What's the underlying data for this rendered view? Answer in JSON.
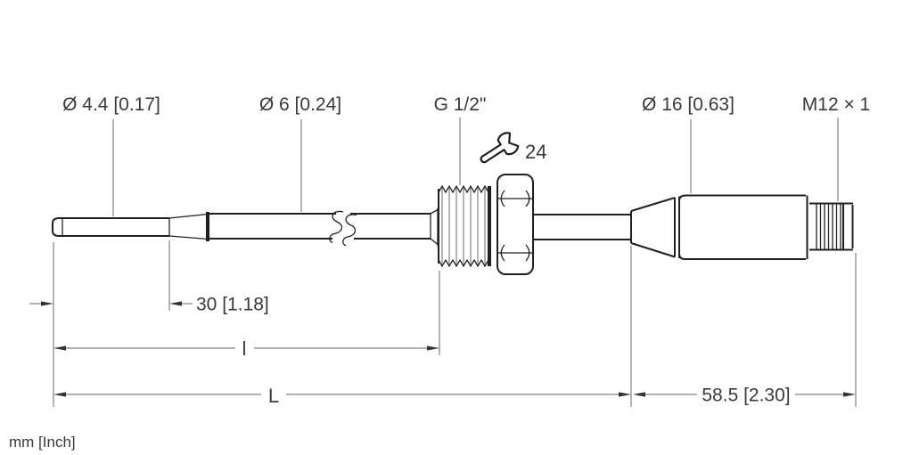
{
  "drawing": {
    "unit_note": "mm [Inch]",
    "labels": {
      "tip_diameter": "Ø 4.4 [0.17]",
      "probe_diameter": "Ø 6 [0.24]",
      "process_thread": "G 1/2\"",
      "wrench_size": "24",
      "body_diameter": "Ø 16 [0.63]",
      "connector_thread": "M12 × 1"
    },
    "dimensions": {
      "tip_length": "30 [1.18]",
      "insertion_length": "l",
      "total_length": "L",
      "rear_length": "58.5 [2.30]"
    },
    "icons": {
      "wrench": "wrench-icon"
    },
    "colors": {
      "background": "#ffffff",
      "outline": "#231f20",
      "construction_lines": "#808184",
      "text": "#3a3a3c"
    }
  }
}
